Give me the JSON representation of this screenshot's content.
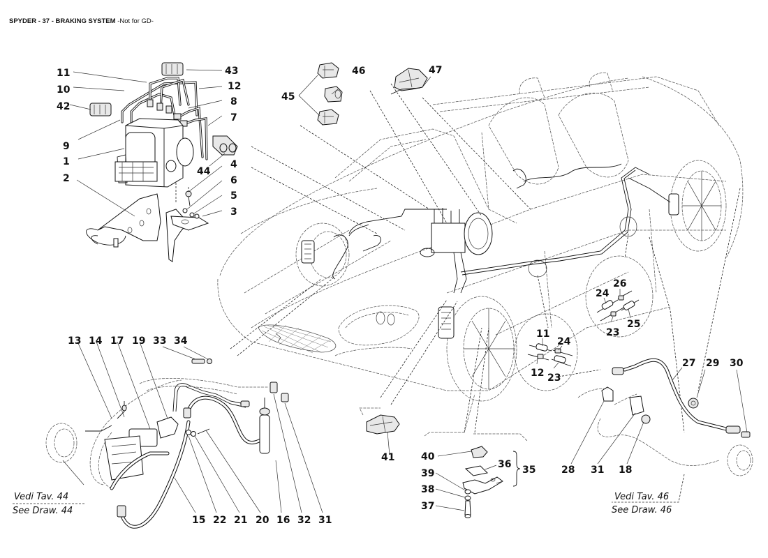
{
  "header": {
    "title_bold": "SPYDER - 37 - BRAKING SYSTEM ",
    "title_light": "-Not for GD-"
  },
  "callouts": {
    "abs_unit_group": [
      "11",
      "10",
      "42",
      "9",
      "1",
      "2",
      "43",
      "12",
      "8",
      "7",
      "44",
      "4",
      "6",
      "5",
      "3"
    ],
    "caliper_parts_group": [
      "45",
      "46",
      "47"
    ],
    "front_hose_group": [
      "13",
      "14",
      "17",
      "19",
      "33",
      "34",
      "15",
      "22",
      "21",
      "20",
      "16",
      "32",
      "31"
    ],
    "clip_group": [
      "41",
      "40",
      "39",
      "38",
      "37",
      "36",
      "35"
    ],
    "junction_a": [
      "11",
      "24",
      "12",
      "23"
    ],
    "junction_b": [
      "26",
      "24",
      "25",
      "23"
    ],
    "rear_hose_group": [
      "27",
      "29",
      "30",
      "28",
      "31",
      "18"
    ]
  },
  "labels": {
    "c11": "11",
    "c10": "10",
    "c42": "42",
    "c9": "9",
    "c1": "1",
    "c2": "2",
    "c43": "43",
    "c12": "12",
    "c8": "8",
    "c7": "7",
    "c44": "44",
    "c4": "4",
    "c6": "6",
    "c5": "5",
    "c3": "3",
    "c45": "45",
    "c46": "46",
    "c47": "47",
    "c13": "13",
    "c14": "14",
    "c17": "17",
    "c19": "19",
    "c33": "33",
    "c34": "34",
    "c15": "15",
    "c22": "22",
    "c21": "21",
    "c20": "20",
    "c16": "16",
    "c32": "32",
    "c31a": "31",
    "c41": "41",
    "c40": "40",
    "c39": "39",
    "c38": "38",
    "c37": "37",
    "c36": "36",
    "c35": "35",
    "ja11": "11",
    "ja24": "24",
    "ja12": "12",
    "ja23": "23",
    "jb26": "26",
    "jb24": "24",
    "jb25": "25",
    "jb23": "23",
    "c27": "27",
    "c29": "29",
    "c30": "30",
    "c28": "28",
    "c31b": "31",
    "c18": "18"
  },
  "references": {
    "left": {
      "it": "Vedi Tav. 44",
      "en": "See Draw. 44"
    },
    "right": {
      "it": "Vedi Tav. 46",
      "en": "See Draw. 46"
    }
  }
}
